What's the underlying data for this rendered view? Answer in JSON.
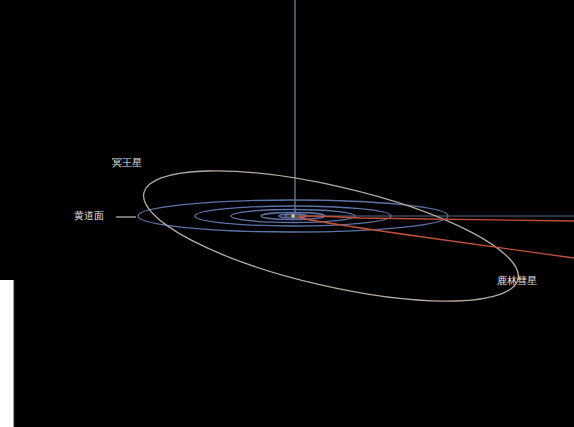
{
  "diagram": {
    "labels": [
      "冥王星",
      "黄道面",
      "鹿林彗星"
    ]
  }
}
